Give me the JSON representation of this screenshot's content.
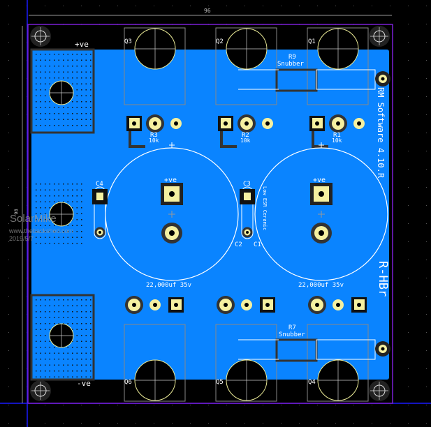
{
  "dimension": {
    "top": "96",
    "left": "98"
  },
  "labels": {
    "plus_top": "+ve",
    "minus_bottom": "-ve",
    "q": [
      "Q3",
      "Q2",
      "Q1",
      "Q6",
      "Q5",
      "Q4"
    ],
    "r": [
      {
        "ref": "R3",
        "val": "10k"
      },
      {
        "ref": "R2",
        "val": "10k"
      },
      {
        "ref": "R1",
        "val": "10k"
      }
    ],
    "snubber_top": {
      "ref": "R9",
      "val": "Snubber"
    },
    "snubber_bottom": {
      "ref": "R7",
      "val": "Snubber"
    },
    "caps": {
      "c4": "C4",
      "c3": "C3",
      "c2": "C2",
      "c1": "C1",
      "cap_plus": "+ve",
      "cap_value": "22,000uf 35v",
      "ceramic": "Low ESR Ceramic"
    },
    "side_text": "RM Software 4.10.R",
    "board_name": "R-HBr"
  },
  "watermark": {
    "name": "SolarMike",
    "site": "www.thebackshed.com",
    "date": "2019/5/7"
  },
  "colors": {
    "copper": "#0a84ff",
    "pad": "#f5f0a0",
    "silk": "#ffffff",
    "outline": "#7a1fd6",
    "background": "#000000"
  }
}
